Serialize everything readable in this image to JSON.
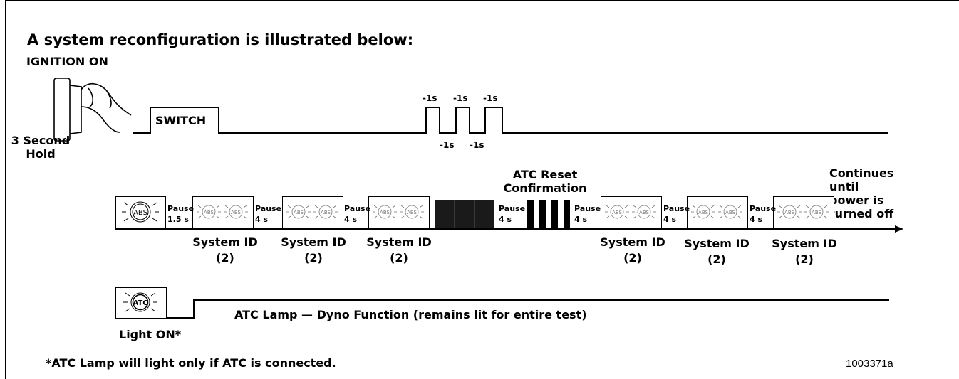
{
  "title": "A system reconfiguration is illustrated below:",
  "ignition_label": "IGNITION ON",
  "hold_label_line1": "3 Second",
  "hold_label_line2": "Hold",
  "switch_label": "SWITCH",
  "pulse_high_labels": [
    "-1s",
    "-1s",
    "-1s"
  ],
  "pulse_low_labels": [
    "-1s",
    "-1s"
  ],
  "atc_reset_line1": "ATC Reset",
  "atc_reset_line2": "Confirmation",
  "continues": [
    "Continues",
    "until",
    "power is",
    "turned  off"
  ],
  "pauses": [
    {
      "word": "Pause",
      "dur": "1.5 s"
    },
    {
      "word": "Pause",
      "dur": "4 s"
    },
    {
      "word": "Pause",
      "dur": "4 s"
    },
    {
      "word": "Pause",
      "dur": "4 s"
    },
    {
      "word": "Pause",
      "dur": "4 s"
    },
    {
      "word": "Pause",
      "dur": "4 s"
    },
    {
      "word": "Pause",
      "dur": "4 s"
    }
  ],
  "system_ids": [
    {
      "label": "System ID",
      "count": "(2)"
    },
    {
      "label": "System ID",
      "count": "(2)"
    },
    {
      "label": "System ID",
      "count": "(2)"
    },
    {
      "label": "System ID",
      "count": "(2)"
    },
    {
      "label": "System ID",
      "count": "(2)"
    },
    {
      "label": "System ID",
      "count": "(2)"
    }
  ],
  "abs_icon_text": "ABS",
  "atc_icon_text": "ATC",
  "light_on": "Light ON*",
  "atc_lamp_caption": "ATC Lamp — Dyno Function (remains lit for entire test)",
  "footnote": "*ATC Lamp will light only if ATC is connected.",
  "figure_number": "1003371a"
}
